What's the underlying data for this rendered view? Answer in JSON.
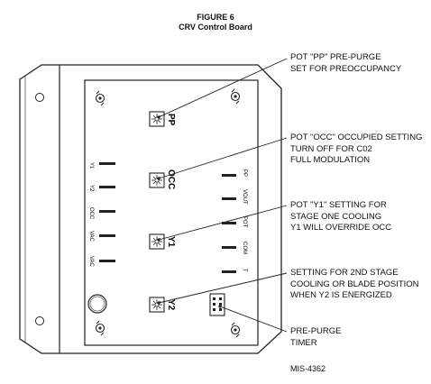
{
  "figure": {
    "title": "FIGURE 6",
    "subtitle": "CRV Control Board",
    "code": "MIS-4362"
  },
  "pots": [
    {
      "label": "PP"
    },
    {
      "label": "OCC"
    },
    {
      "label": "Y1"
    },
    {
      "label": "Y2"
    }
  ],
  "terminals_left": [
    {
      "label": "Y1"
    },
    {
      "label": "Y2"
    },
    {
      "label": "OCC"
    },
    {
      "label": "VAC"
    },
    {
      "label": "VAC"
    }
  ],
  "terminals_right": [
    {
      "label": "PP"
    },
    {
      "label": "VOUT"
    },
    {
      "label": "POT"
    },
    {
      "label": "COM"
    },
    {
      "label": "T"
    }
  ],
  "callouts": [
    {
      "lines": [
        "POT \"PP\" PRE-PURGE",
        "SET FOR PREOCCUPANCY"
      ]
    },
    {
      "lines": [
        "POT \"OCC\" OCCUPIED SETTING",
        "TURN OFF FOR C02",
        "FULL MODULATION"
      ]
    },
    {
      "lines": [
        "POT \"Y1\" SETTING FOR",
        "STAGE ONE COOLING",
        "Y1 WILL OVERRIDE OCC"
      ]
    },
    {
      "lines": [
        "SETTING FOR 2ND STAGE",
        "COOLING OR BLADE POSITION",
        "WHEN Y2 IS ENERGIZED"
      ]
    },
    {
      "lines": [
        "PRE-PURGE",
        "TIMER"
      ]
    }
  ]
}
